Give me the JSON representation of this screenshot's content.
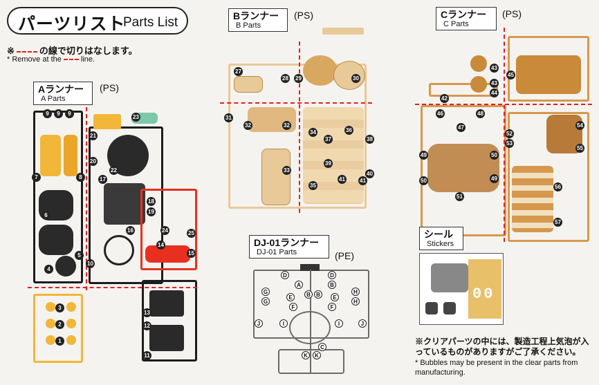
{
  "header": {
    "title_jp": "パーツリスト",
    "title_en": "Parts List",
    "note_jp_pre": "※",
    "note_jp_post": "の線で切りはなします。",
    "note_en_pre": "* Remove at the",
    "note_en_post": "line."
  },
  "runners": {
    "a": {
      "label_jp": "Aランナー",
      "label_en": "A Parts",
      "material": "(PS)",
      "color": "#f2b638"
    },
    "b": {
      "label_jp": "Bランナー",
      "label_en": "B Parts",
      "material": "(PS)",
      "color": "#e8c998"
    },
    "c": {
      "label_jp": "Cランナー",
      "label_en": "C Parts",
      "material": "(PS)",
      "color": "#d6984c"
    },
    "dj": {
      "label_jp": "DJ-01ランナー",
      "label_en": "DJ-01 Parts",
      "material": "(PE)",
      "color": "#6a6a6a"
    }
  },
  "stickers": {
    "label_jp": "シール",
    "label_en": "Stickers",
    "text": "00"
  },
  "part_numbers": {
    "a": [
      "9",
      "9",
      "9",
      "7",
      "8",
      "6",
      "5",
      "4",
      "3",
      "2",
      "1",
      "21",
      "20",
      "22",
      "23",
      "17",
      "18",
      "19",
      "16",
      "24",
      "25",
      "14",
      "15",
      "10",
      "13",
      "12",
      "11"
    ],
    "b": [
      "27",
      "28",
      "29",
      "30",
      "31",
      "32",
      "32",
      "33",
      "34",
      "35",
      "36",
      "37",
      "38",
      "39",
      "40",
      "41",
      "41"
    ],
    "c": [
      "43",
      "43",
      "44",
      "45",
      "42",
      "46",
      "47",
      "48",
      "52",
      "53",
      "54",
      "55",
      "49",
      "50",
      "50",
      "49",
      "51",
      "56",
      "57"
    ],
    "dj": [
      "D",
      "D",
      "A",
      "B",
      "B",
      "B",
      "G",
      "G",
      "H",
      "H",
      "E",
      "E",
      "F",
      "F",
      "J",
      "J",
      "I",
      "I",
      "C",
      "K",
      "K"
    ]
  },
  "footer": {
    "jp": "※クリアパーツの中には、製造工程上気泡が入っているものがありますがご了承ください。",
    "en": "* Bubbles may be present in the clear parts from manufacturing."
  },
  "colors": {
    "cut_line": "#e02020",
    "red_part": "#e83020",
    "green_part": "#7cc8a8",
    "dark_part": "#2e2e2e"
  }
}
